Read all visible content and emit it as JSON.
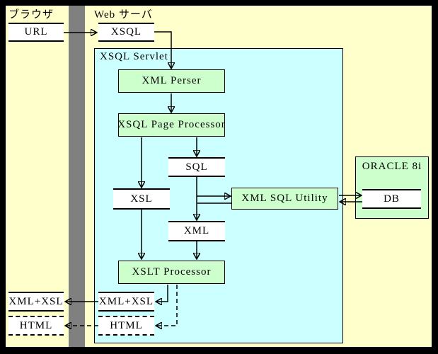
{
  "browser": {
    "label": "ブラウザ",
    "url": "URL",
    "xml_xsl": "XML+XSL",
    "html": "HTML"
  },
  "web_server": {
    "label": "Web サーバ",
    "xsql": "XSQL"
  },
  "servlet": {
    "label": "XSQL Servlet",
    "xml_parser": "XML Perser",
    "page_processor": "XSQL Page Processor",
    "sql": "SQL",
    "xsl": "XSL",
    "xml_sql_utility": "XML SQL Utility",
    "xml": "XML",
    "xslt_processor": "XSLT Processor",
    "xml_xsl": "XML+XSL",
    "html": "HTML"
  },
  "oracle": {
    "label": "ORACLE 8i",
    "db": "DB"
  },
  "colors": {
    "background": "#ffffcc",
    "servlet_fill": "#ccffff",
    "process_fill": "#ccffcc",
    "oracle_fill": "#ccffcc",
    "node_fill": "#ffffff",
    "divider": "#808080",
    "line": "#000000"
  }
}
